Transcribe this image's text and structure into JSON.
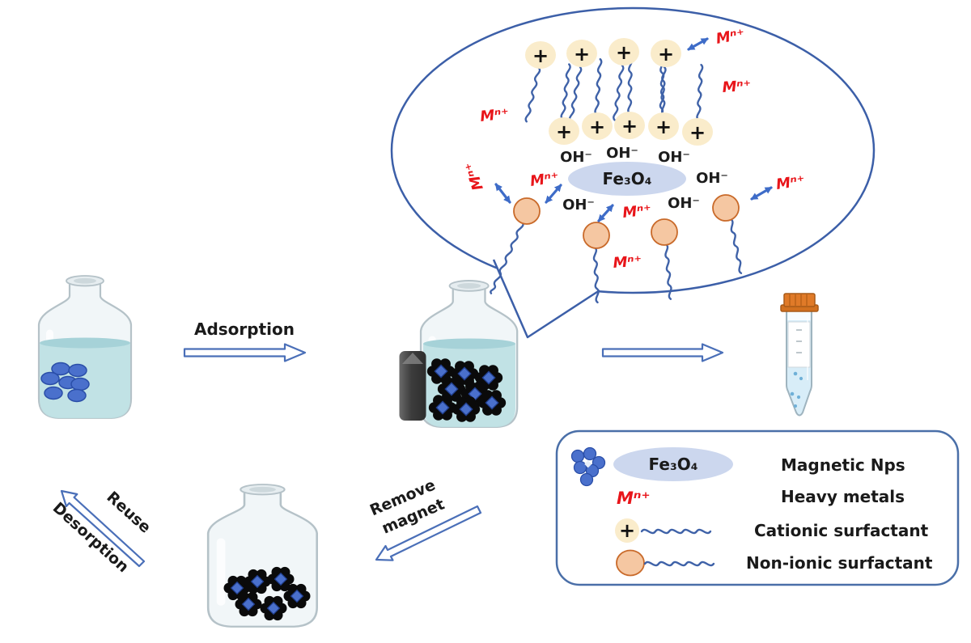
{
  "figure": {
    "labels": {
      "metal_ion": "Mⁿ⁺",
      "hydroxide": "OH⁻",
      "magnetite": "Fe₃O₄",
      "plus": "+",
      "adsorption": "Adsorption",
      "remove_magnet_line1": "Remove",
      "remove_magnet_line2": "magnet",
      "reuse": "Reuse",
      "desorption": "Desorption"
    },
    "legend": {
      "magnetite": "Fe₃O₄",
      "metal_ion": "Mⁿ⁺",
      "plus": "+",
      "items": [
        {
          "label": "Magnetic Nps"
        },
        {
          "label": "Heavy metals"
        },
        {
          "label": "Cationic surfactant"
        },
        {
          "label": "Non-ionic surfactant"
        }
      ]
    },
    "colors": {
      "outline_blue": "#3c5fa8",
      "tail_blue": "#3f62a8",
      "arrow_blue": "#3e6cc8",
      "metal_red": "#e8151a",
      "cationic_head": "#faeccb",
      "nonionic_head": "#f5c7a2",
      "nonionic_border": "#c96a2a",
      "magnetite_fill": "#ccd7ee",
      "particle_blue": "#4a70cc",
      "liquid_teal": "#bee0e4",
      "magnet_gray": "#3f3f3f",
      "tube_cap_orange": "#e07a28"
    }
  }
}
